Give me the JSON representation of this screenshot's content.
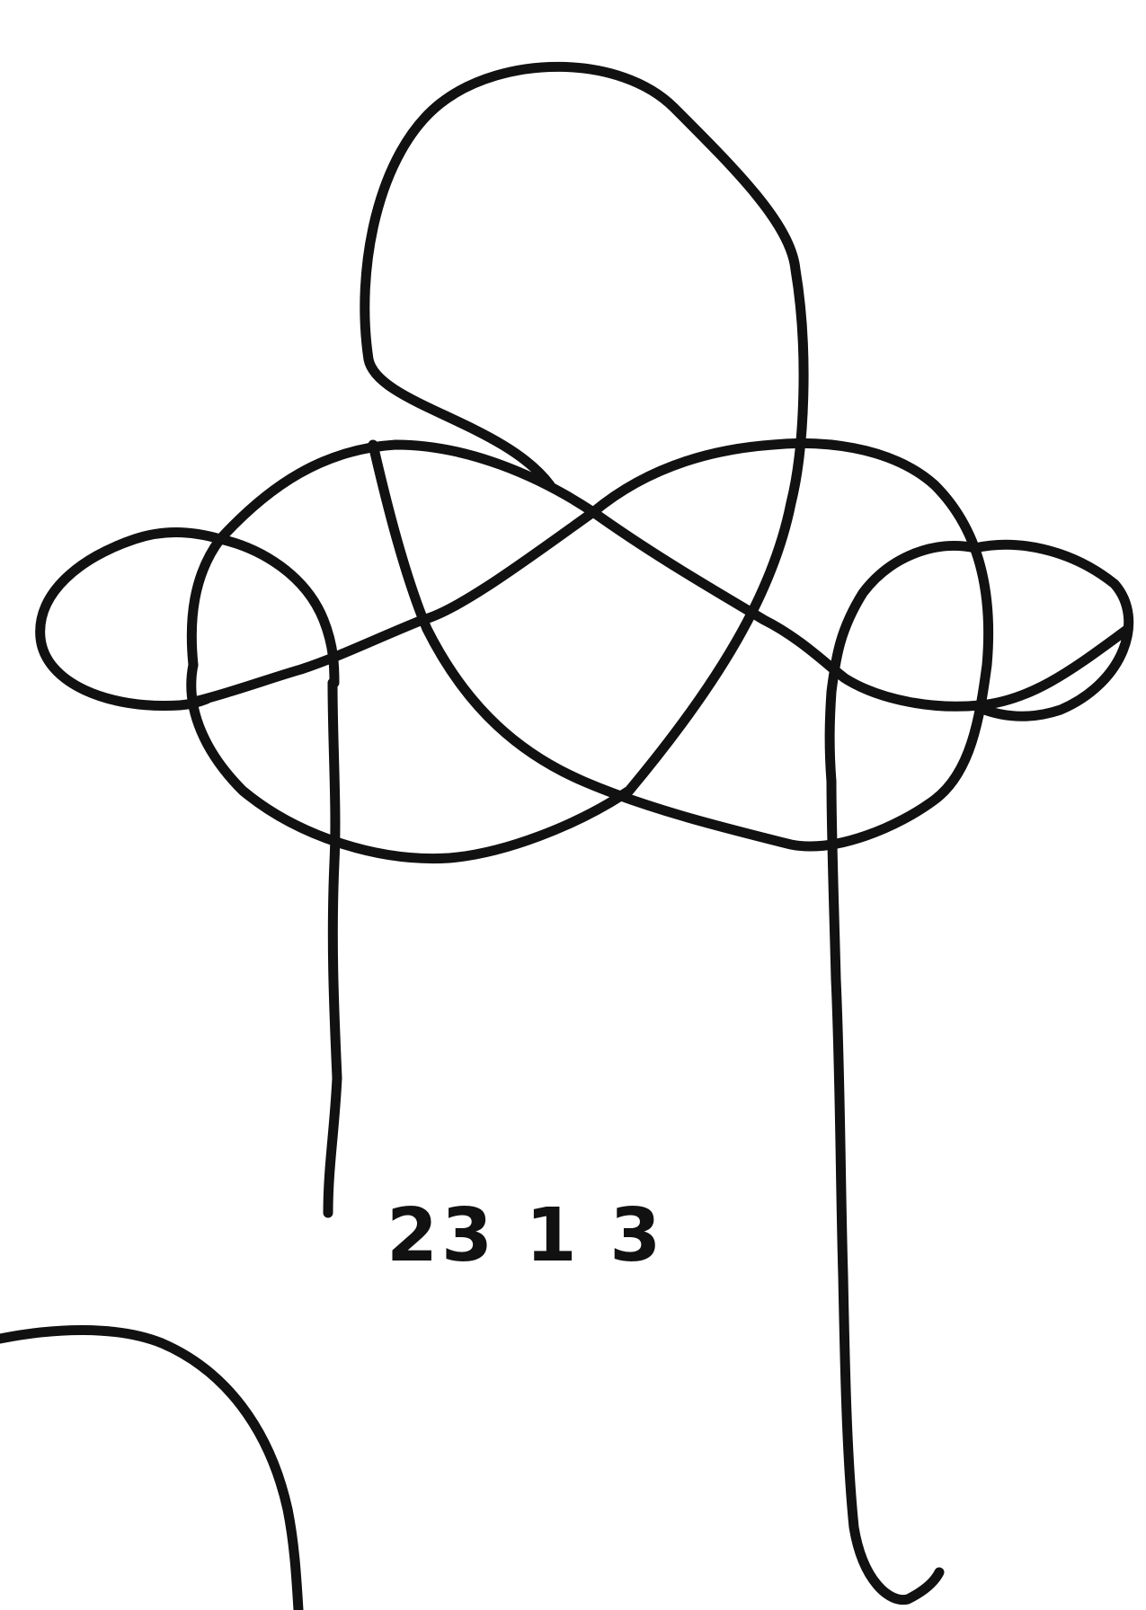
{
  "figure": {
    "number": "23 1 3"
  },
  "style": {
    "ink_color": "#111111",
    "paper_color": "#ffffff"
  },
  "strands": [
    {
      "name": "top-loop-strand"
    },
    {
      "name": "left-large-loop-strand"
    },
    {
      "name": "right-large-loop-strand"
    },
    {
      "name": "left-small-loop-strand"
    },
    {
      "name": "right-small-loop-strand"
    },
    {
      "name": "left-standing-end"
    },
    {
      "name": "right-working-end"
    },
    {
      "name": "corner-arc-strand"
    }
  ]
}
